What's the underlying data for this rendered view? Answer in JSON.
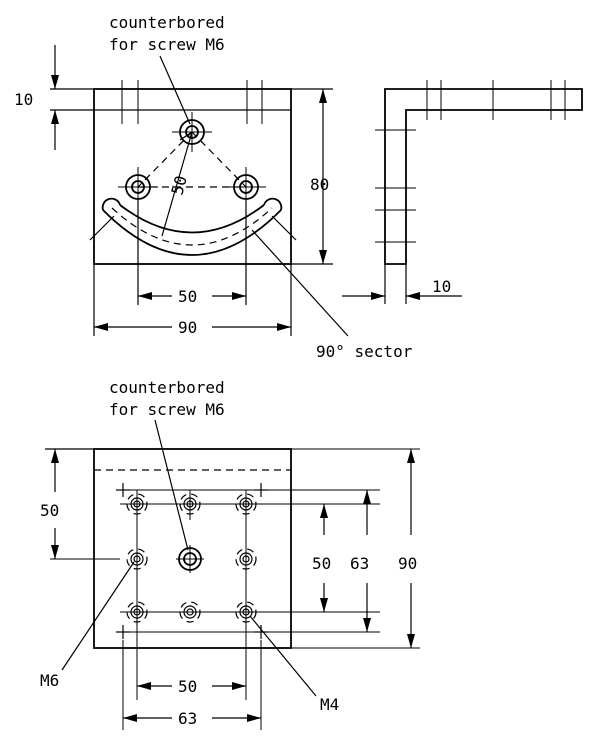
{
  "top_view": {
    "note_line1": "counterbored",
    "note_line2": "for screw M6",
    "dim_top_margin": "10",
    "dim_radius": "50",
    "dim_height": "80",
    "dim_hole_spacing": "50",
    "dim_width": "90",
    "sector_label": "90° sector"
  },
  "side_view": {
    "dim_thickness": "10"
  },
  "bottom_view": {
    "note_line1": "counterbored",
    "note_line2": "for screw M6",
    "dim_left_height": "50",
    "dim_grid_vertical": "50",
    "dim_outer_vertical": "63",
    "dim_total_height": "90",
    "dim_grid_horizontal": "50",
    "dim_outer_horizontal": "63",
    "label_m6": "M6",
    "label_m4": "M4"
  }
}
